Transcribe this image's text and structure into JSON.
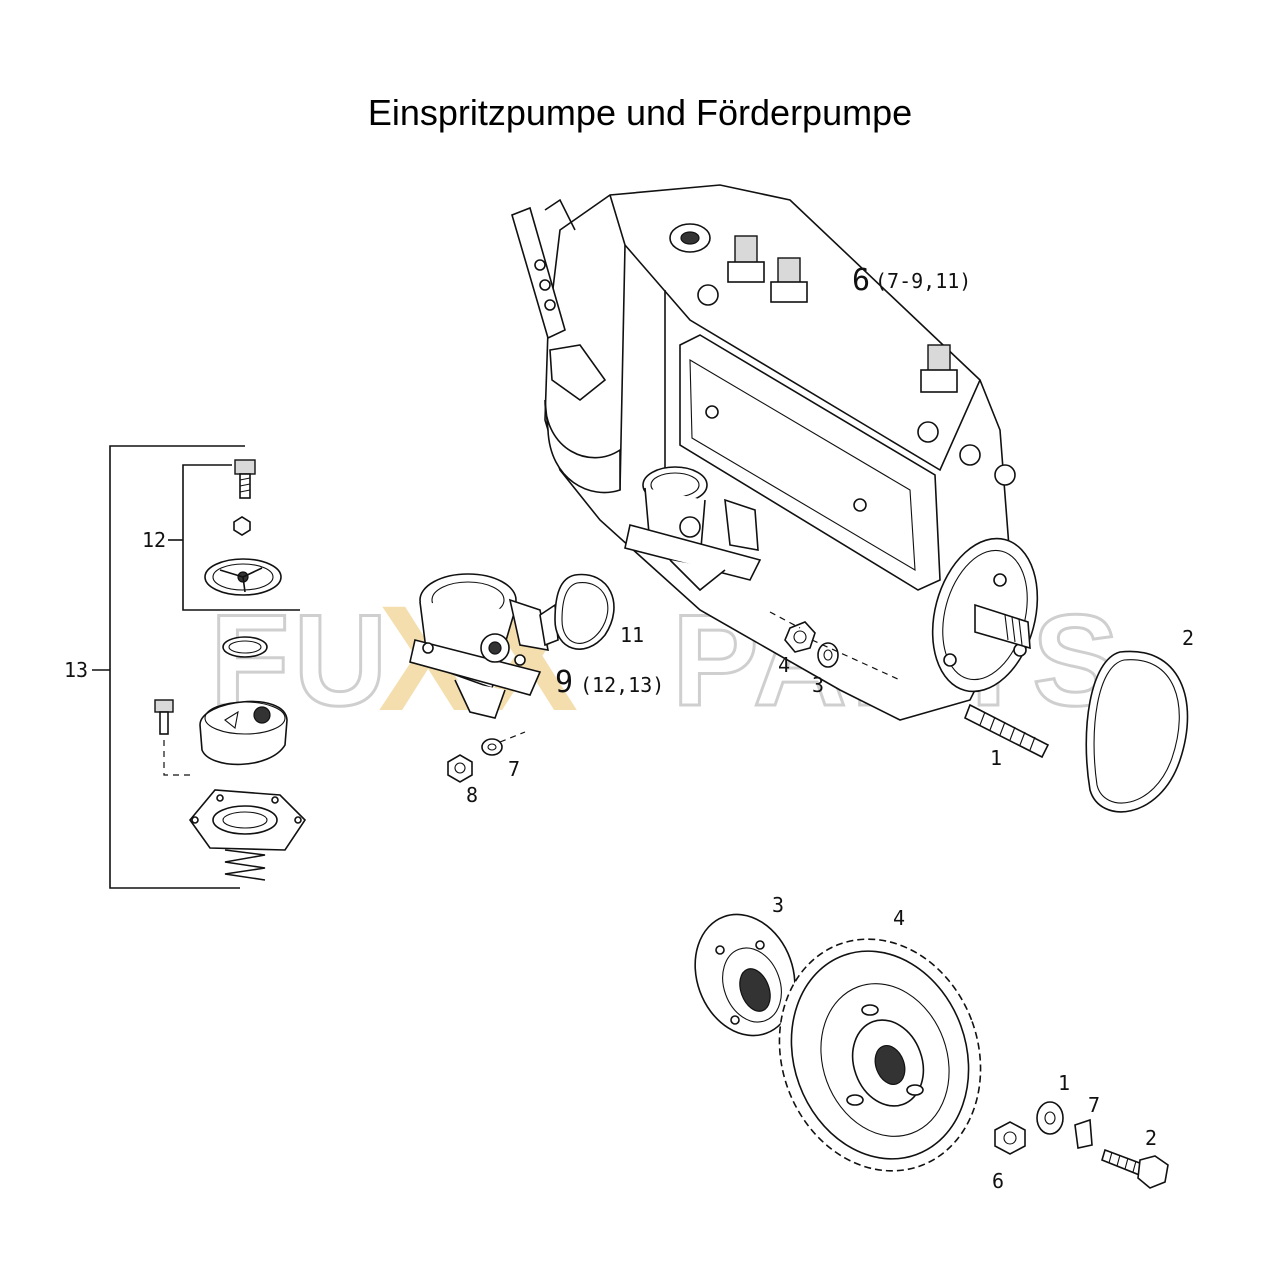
{
  "title": "Einspritzpumpe und Förderpumpe",
  "watermark": {
    "left": "FU",
    "middle": "XX",
    "right": "PARTS",
    "accent_color": "#f0c878",
    "outline_color": "#cfcfcf"
  },
  "callouts": {
    "pump": {
      "p6": "6",
      "p6_sub": "(7-9,11)",
      "p1": "1",
      "p2": "2",
      "p3": "3",
      "p4": "4",
      "p7": "7",
      "p8": "8",
      "p9": "9",
      "p9_sub": "(12,13)",
      "p11": "11"
    },
    "feed": {
      "p12": "12",
      "p13": "13"
    },
    "gear": {
      "g1": "1",
      "g2": "2",
      "g3": "3",
      "g4": "4",
      "g6": "6",
      "g7": "7"
    }
  }
}
